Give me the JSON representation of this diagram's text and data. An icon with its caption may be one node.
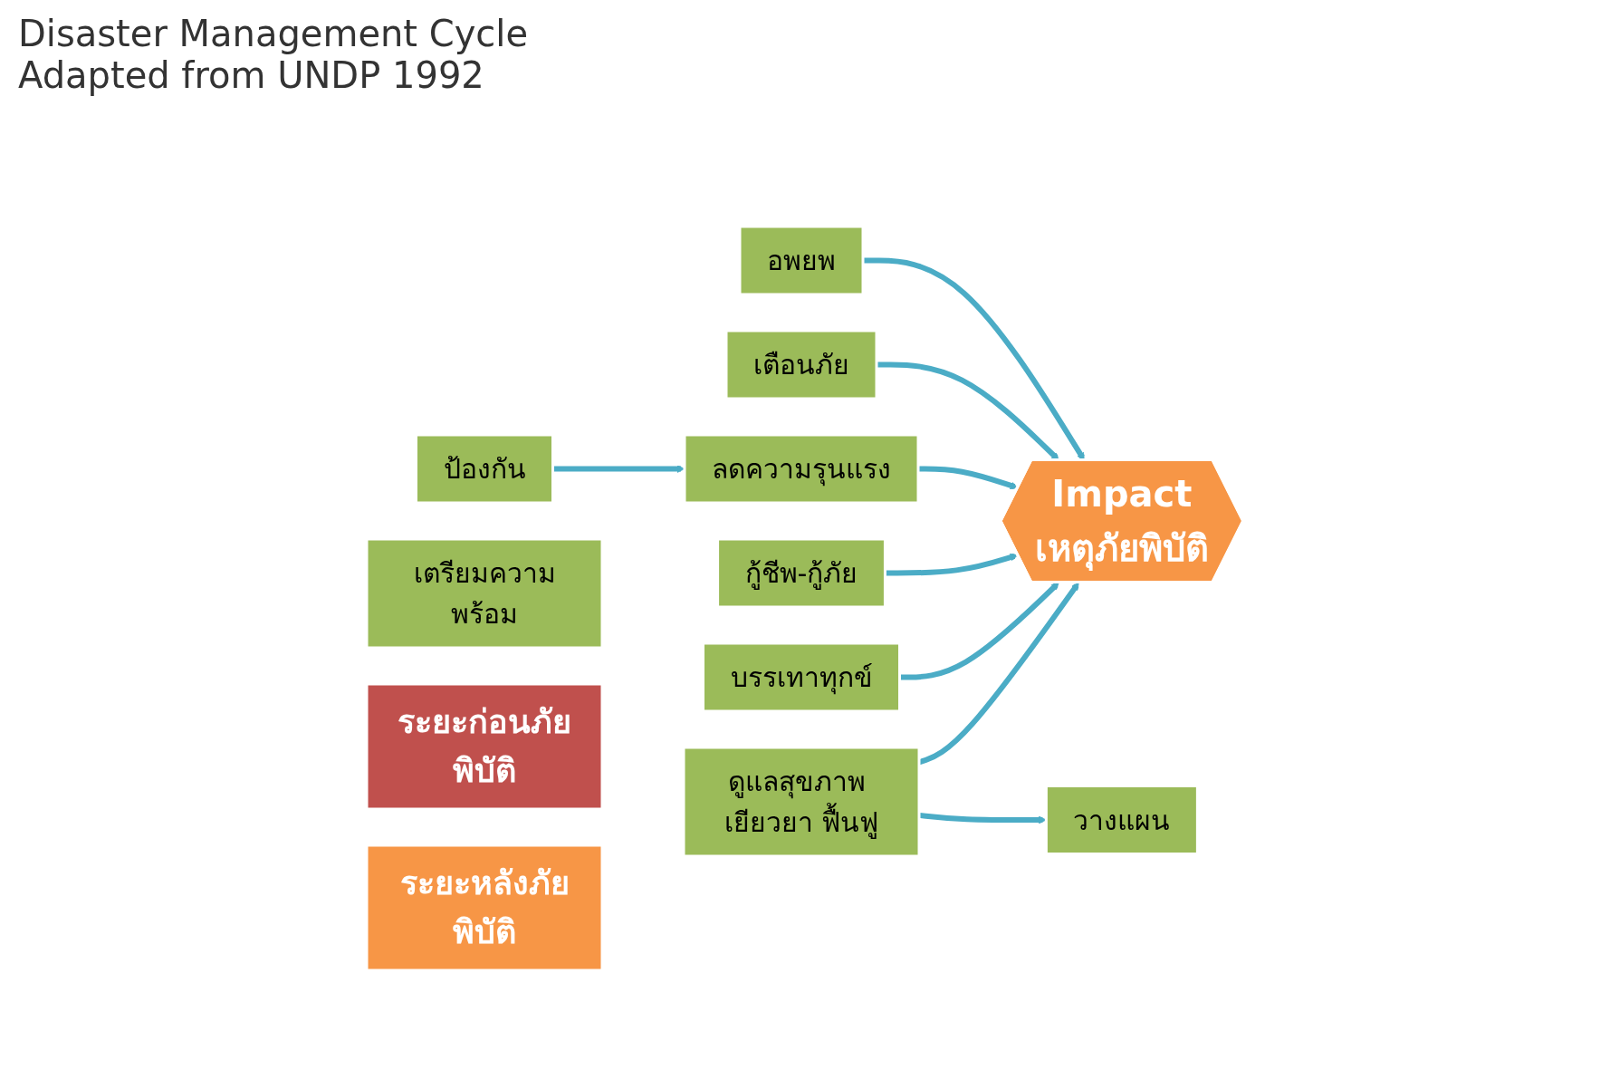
{
  "diagram": {
    "title": "Disaster Management Cycle",
    "caption": "Adapted from UNDP 1992",
    "nodes": [
      {
        "text": [
          "Impact",
          "เหตุภัยพิบัติ"
        ]
      },
      {
        "text": [
          "อพยพ"
        ]
      },
      {
        "text": [
          "เตือนภัย"
        ]
      },
      {
        "text": [
          "ลดความรุนแรง"
        ]
      },
      {
        "text": [
          "ป้องกัน"
        ]
      },
      {
        "text": [
          "เตรียมความพร้อม"
        ]
      },
      {
        "text": [
          "ระยะก่อนภัยพิบัติ"
        ]
      },
      {
        "text": [
          "กู้ชีพ-กู้ภัย"
        ]
      },
      {
        "text": [
          "บรรเทาทุกข์"
        ]
      },
      {
        "text": [
          "ระยะหลังภัยพิบัติ"
        ]
      },
      {
        "text": [
          "ดูแลสุขภาพ เยียวยา ฟื้นฟู"
        ]
      },
      {
        "text": [
          "วางแผน"
        ]
      }
    ],
    "edges": [
      {
        "from": 1,
        "to": 0,
        "arrow": "to"
      },
      {
        "from": 2,
        "to": 0,
        "arrow": "to"
      },
      {
        "from": 3,
        "to": 0,
        "arrow": "to"
      },
      {
        "from": 4,
        "to": 3,
        "arrow": "to"
      },
      {
        "from": 7,
        "to": 0,
        "arrow": "to"
      },
      {
        "from": 8,
        "to": 0,
        "arrow": "to"
      },
      {
        "from": 10,
        "to": 0,
        "arrow": "to"
      },
      {
        "from": 10,
        "to": 11,
        "arrow": "to"
      }
    ]
  }
}
